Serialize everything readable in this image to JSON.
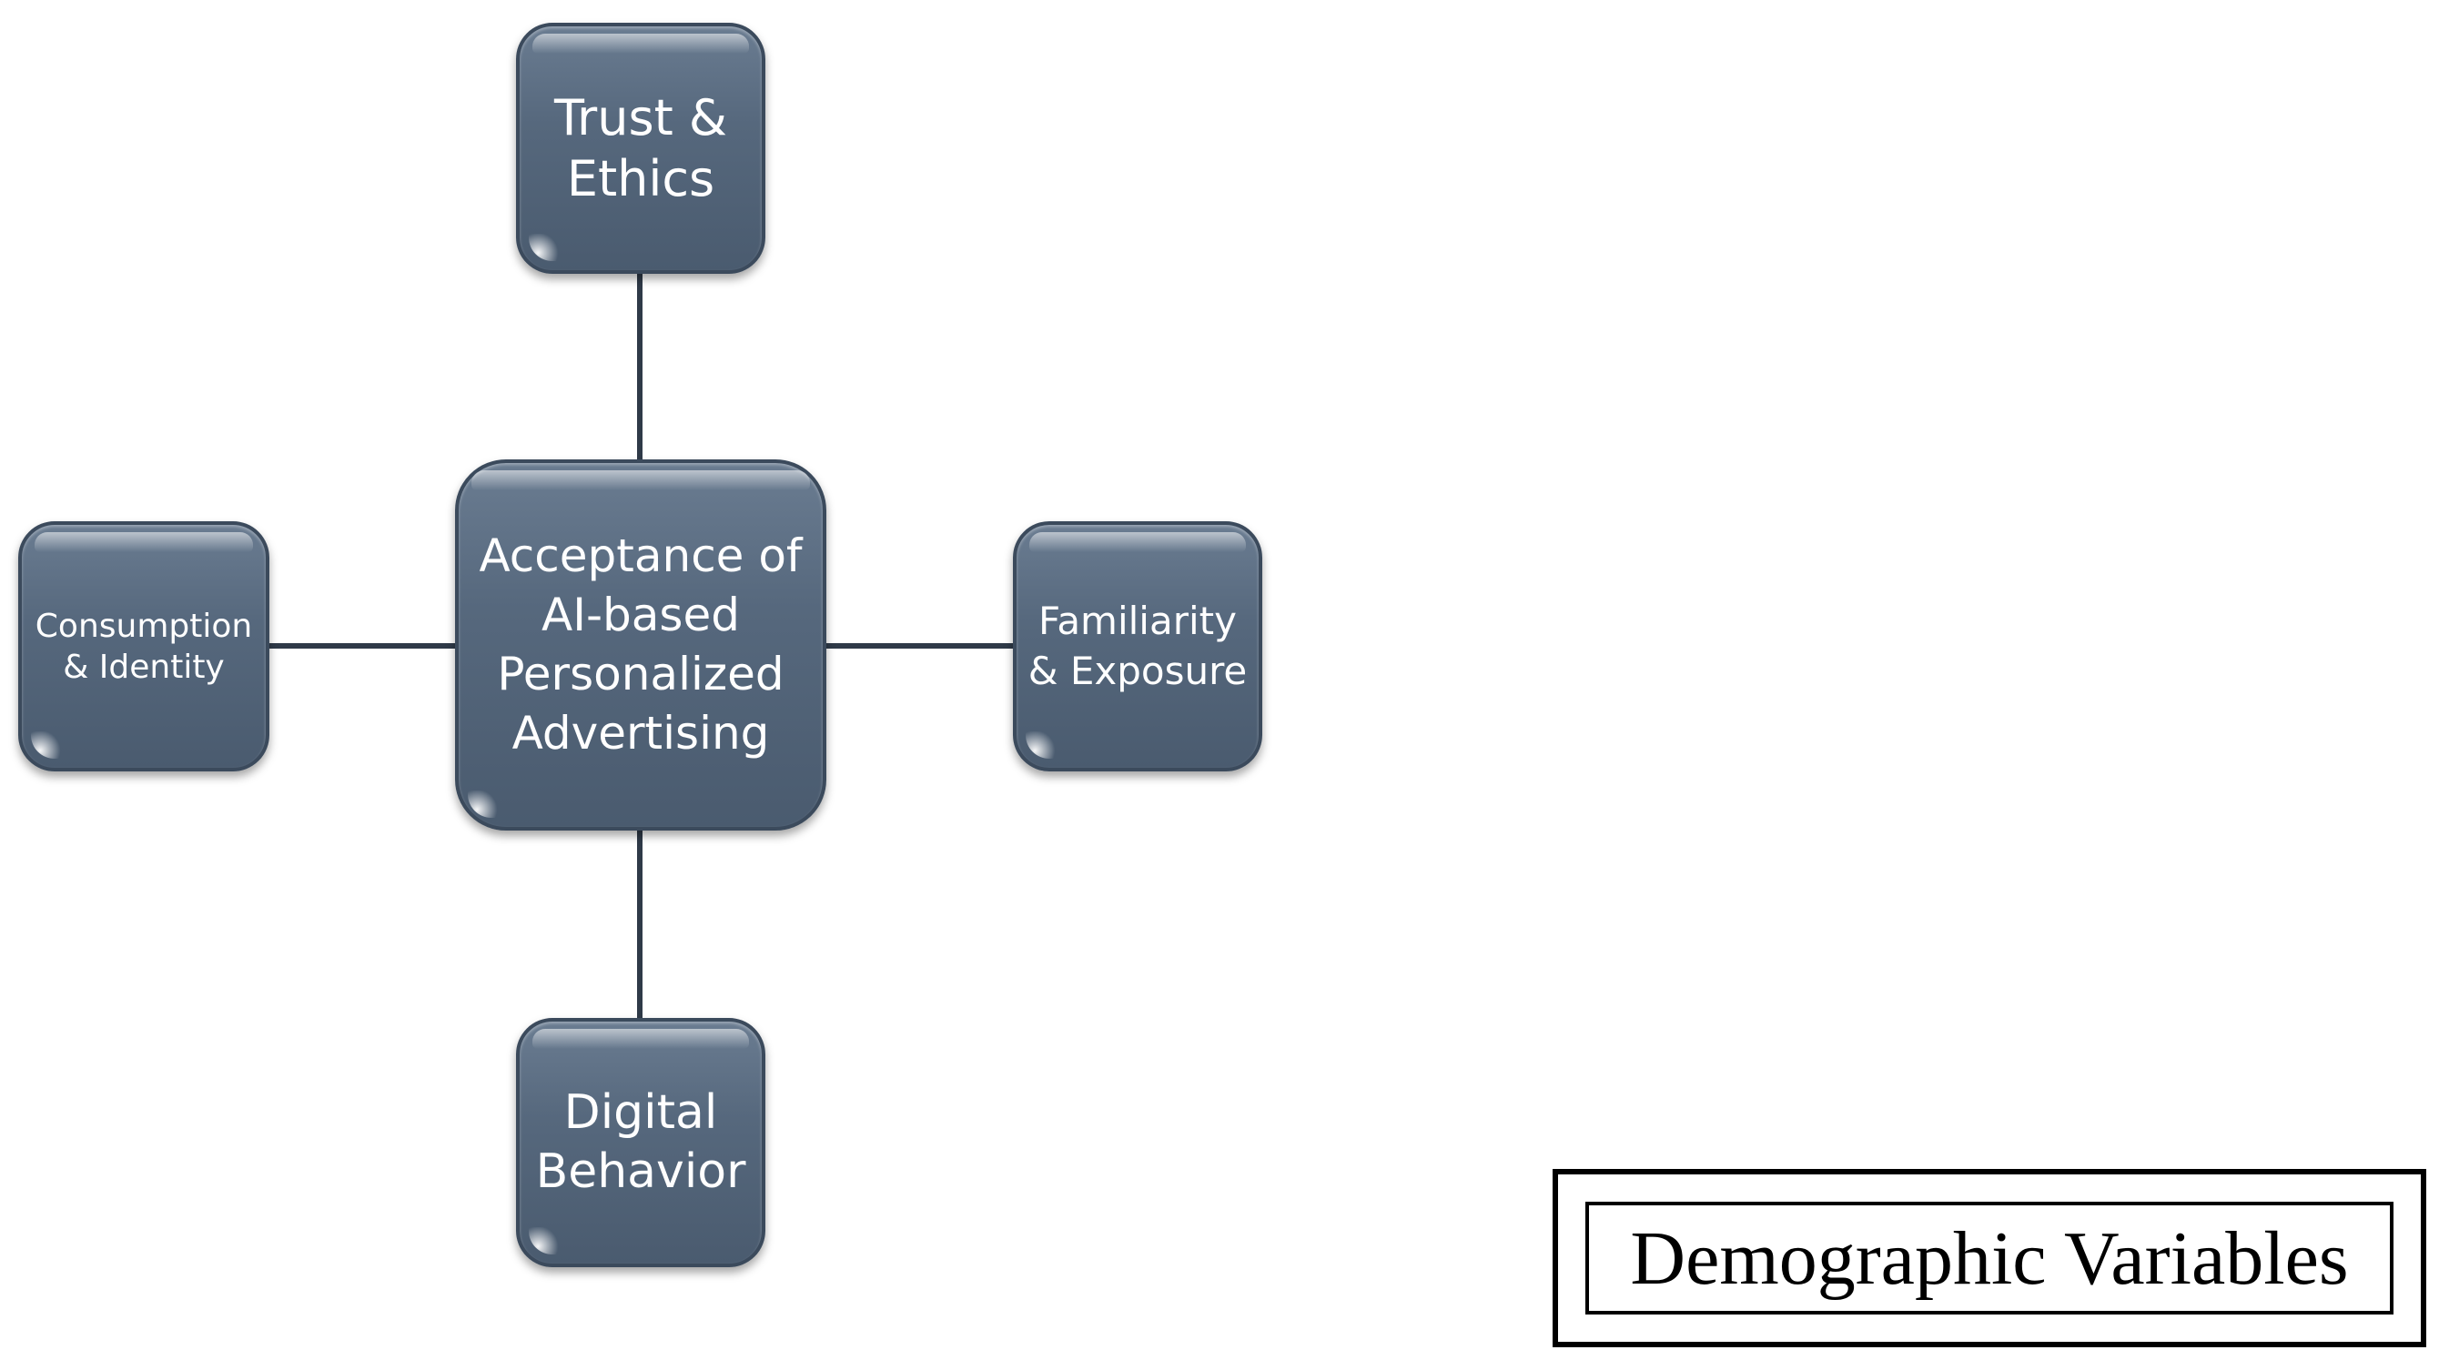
{
  "diagram": {
    "center": {
      "label": "Acceptance of AI-based Personalized Advertising"
    },
    "nodes": {
      "top": {
        "label": "Trust & Ethics"
      },
      "left": {
        "label": "Consumption & Identity"
      },
      "right": {
        "label": "Familiarity & Exposure"
      },
      "bottom": {
        "label": "Digital Behavior"
      }
    },
    "demographic_box": {
      "label": "Demographic Variables"
    }
  },
  "colors": {
    "node_fill": "#56687d",
    "node_border": "#3b4a5c",
    "connector": "#2f3a48",
    "text": "#ffffff"
  }
}
